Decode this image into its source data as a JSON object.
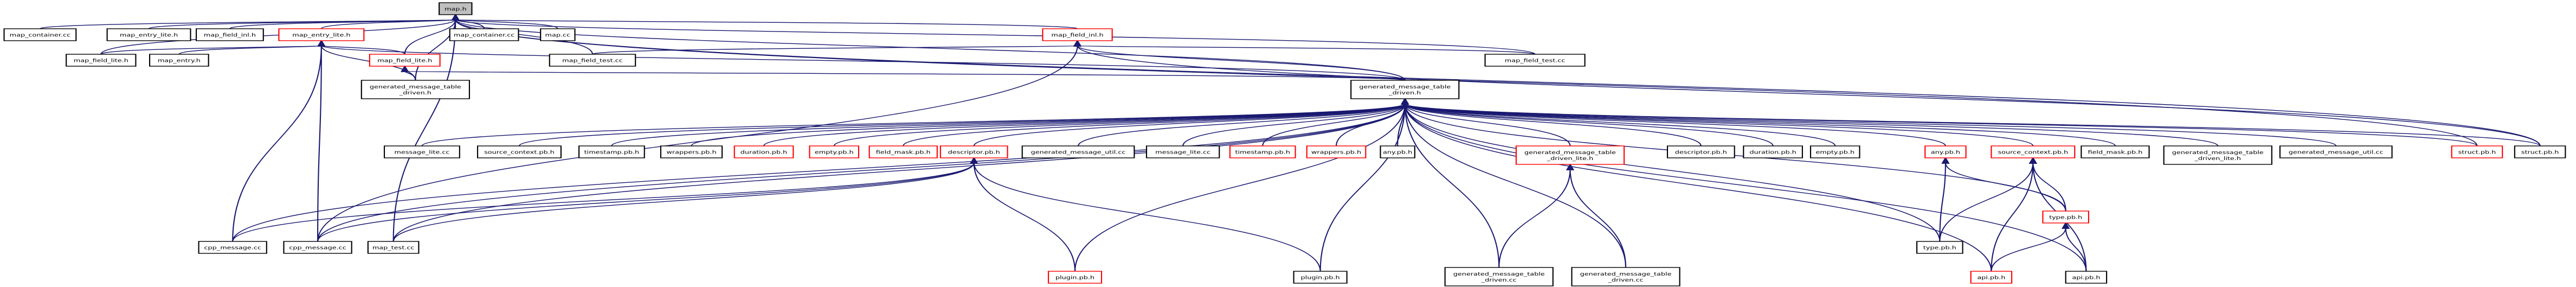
{
  "colors": {
    "edge": "#191970",
    "box_border_default": "#000000",
    "box_border_incomplete": "#ff0000",
    "box_fill": "#ffffff",
    "root_fill": "#bfbfbf",
    "text": "#000000"
  },
  "graph": {
    "root": "n0",
    "nodes": [
      {
        "id": "n0",
        "lines": [
          "map.h"
        ],
        "style": "root"
      },
      {
        "id": "n1",
        "lines": [
          "map_container.cc"
        ],
        "style": "default"
      },
      {
        "id": "n2",
        "lines": [
          "map_entry_lite.h"
        ],
        "style": "default"
      },
      {
        "id": "n3",
        "lines": [
          "map_field_inl.h"
        ],
        "style": "default"
      },
      {
        "id": "n4",
        "lines": [
          "map_entry_lite.h"
        ],
        "style": "incomplete"
      },
      {
        "id": "n5",
        "lines": [
          "map_container.cc"
        ],
        "style": "default"
      },
      {
        "id": "n6",
        "lines": [
          "map.cc"
        ],
        "style": "default"
      },
      {
        "id": "n7",
        "lines": [
          "map_field_inl.h"
        ],
        "style": "incomplete"
      },
      {
        "id": "n8",
        "lines": [
          "map_field_lite.h"
        ],
        "style": "default"
      },
      {
        "id": "n9",
        "lines": [
          "map_entry.h"
        ],
        "style": "default"
      },
      {
        "id": "n10",
        "lines": [
          "map_field_lite.h"
        ],
        "style": "incomplete"
      },
      {
        "id": "n11",
        "lines": [
          "map_field_test.cc"
        ],
        "style": "default"
      },
      {
        "id": "n12",
        "lines": [
          "map_field_test.cc"
        ],
        "style": "default"
      },
      {
        "id": "n13",
        "lines": [
          "generated_message_table",
          "_driven.h"
        ],
        "style": "default"
      },
      {
        "id": "n14",
        "lines": [
          "generated_message_table",
          "_driven.h"
        ],
        "style": "default"
      },
      {
        "id": "n15",
        "lines": [
          "message_lite.cc"
        ],
        "style": "default"
      },
      {
        "id": "n16",
        "lines": [
          "source_context.pb.h"
        ],
        "style": "default"
      },
      {
        "id": "n17",
        "lines": [
          "timestamp.pb.h"
        ],
        "style": "default"
      },
      {
        "id": "n18",
        "lines": [
          "wrappers.pb.h"
        ],
        "style": "default"
      },
      {
        "id": "n19",
        "lines": [
          "duration.pb.h"
        ],
        "style": "incomplete"
      },
      {
        "id": "n20",
        "lines": [
          "empty.pb.h"
        ],
        "style": "incomplete"
      },
      {
        "id": "n21",
        "lines": [
          "field_mask.pb.h"
        ],
        "style": "incomplete"
      },
      {
        "id": "n22",
        "lines": [
          "descriptor.pb.h"
        ],
        "style": "incomplete"
      },
      {
        "id": "n23",
        "lines": [
          "generated_message_util.cc"
        ],
        "style": "default"
      },
      {
        "id": "n24",
        "lines": [
          "message_lite.cc"
        ],
        "style": "default"
      },
      {
        "id": "n25",
        "lines": [
          "timestamp.pb.h"
        ],
        "style": "incomplete"
      },
      {
        "id": "n26",
        "lines": [
          "wrappers.pb.h"
        ],
        "style": "incomplete"
      },
      {
        "id": "n27",
        "lines": [
          "any.pb.h"
        ],
        "style": "default"
      },
      {
        "id": "n28",
        "lines": [
          "generated_message_table",
          "_driven_lite.h"
        ],
        "style": "incomplete"
      },
      {
        "id": "n29",
        "lines": [
          "descriptor.pb.h"
        ],
        "style": "default"
      },
      {
        "id": "n30",
        "lines": [
          "duration.pb.h"
        ],
        "style": "default"
      },
      {
        "id": "n31",
        "lines": [
          "empty.pb.h"
        ],
        "style": "default"
      },
      {
        "id": "n32",
        "lines": [
          "any.pb.h"
        ],
        "style": "incomplete"
      },
      {
        "id": "n33",
        "lines": [
          "source_context.pb.h"
        ],
        "style": "incomplete"
      },
      {
        "id": "n34",
        "lines": [
          "field_mask.pb.h"
        ],
        "style": "default"
      },
      {
        "id": "n35",
        "lines": [
          "generated_message_table",
          "_driven_lite.h"
        ],
        "style": "default"
      },
      {
        "id": "n36",
        "lines": [
          "generated_message_util.cc"
        ],
        "style": "default"
      },
      {
        "id": "n37",
        "lines": [
          "struct.pb.h"
        ],
        "style": "incomplete"
      },
      {
        "id": "n38",
        "lines": [
          "struct.pb.h"
        ],
        "style": "default"
      },
      {
        "id": "n39",
        "lines": [
          "cpp_message.cc"
        ],
        "style": "default"
      },
      {
        "id": "n40",
        "lines": [
          "cpp_message.cc"
        ],
        "style": "default"
      },
      {
        "id": "n41",
        "lines": [
          "map_test.cc"
        ],
        "style": "default"
      },
      {
        "id": "n42",
        "lines": [
          "plugin.pb.h"
        ],
        "style": "incomplete"
      },
      {
        "id": "n43",
        "lines": [
          "plugin.pb.h"
        ],
        "style": "default"
      },
      {
        "id": "n44",
        "lines": [
          "generated_message_table",
          "_driven.cc"
        ],
        "style": "default"
      },
      {
        "id": "n45",
        "lines": [
          "generated_message_table",
          "_driven.cc"
        ],
        "style": "default"
      },
      {
        "id": "n46",
        "lines": [
          "type.pb.h"
        ],
        "style": "default"
      },
      {
        "id": "n47",
        "lines": [
          "type.pb.h"
        ],
        "style": "incomplete"
      },
      {
        "id": "n48",
        "lines": [
          "api.pb.h"
        ],
        "style": "incomplete"
      },
      {
        "id": "n49",
        "lines": [
          "api.pb.h"
        ],
        "style": "default"
      }
    ],
    "edges": [
      [
        "n0",
        "n1"
      ],
      [
        "n0",
        "n2"
      ],
      [
        "n0",
        "n3"
      ],
      [
        "n0",
        "n4"
      ],
      [
        "n0",
        "n5"
      ],
      [
        "n0",
        "n6"
      ],
      [
        "n0",
        "n7"
      ],
      [
        "n0",
        "n8"
      ],
      [
        "n0",
        "n10"
      ],
      [
        "n0",
        "n11"
      ],
      [
        "n0",
        "n12"
      ],
      [
        "n0",
        "n13"
      ],
      [
        "n0",
        "n14"
      ],
      [
        "n0",
        "n37"
      ],
      [
        "n0",
        "n38"
      ],
      [
        "n0",
        "n41"
      ],
      [
        "n4",
        "n8"
      ],
      [
        "n4",
        "n9"
      ],
      [
        "n4",
        "n10"
      ],
      [
        "n4",
        "n13"
      ],
      [
        "n4",
        "n14"
      ],
      [
        "n4",
        "n39"
      ],
      [
        "n4",
        "n40"
      ],
      [
        "n7",
        "n11"
      ],
      [
        "n7",
        "n12"
      ],
      [
        "n7",
        "n14"
      ],
      [
        "n7",
        "n40"
      ],
      [
        "n7",
        "n38"
      ],
      [
        "n10",
        "n13"
      ],
      [
        "n10",
        "n14"
      ],
      [
        "n14",
        "n15"
      ],
      [
        "n14",
        "n16"
      ],
      [
        "n14",
        "n17"
      ],
      [
        "n14",
        "n18"
      ],
      [
        "n14",
        "n19"
      ],
      [
        "n14",
        "n20"
      ],
      [
        "n14",
        "n21"
      ],
      [
        "n14",
        "n22"
      ],
      [
        "n14",
        "n23"
      ],
      [
        "n14",
        "n24"
      ],
      [
        "n14",
        "n25"
      ],
      [
        "n14",
        "n26"
      ],
      [
        "n14",
        "n27"
      ],
      [
        "n14",
        "n28"
      ],
      [
        "n14",
        "n29"
      ],
      [
        "n14",
        "n30"
      ],
      [
        "n14",
        "n31"
      ],
      [
        "n14",
        "n32"
      ],
      [
        "n14",
        "n33"
      ],
      [
        "n14",
        "n34"
      ],
      [
        "n14",
        "n35"
      ],
      [
        "n14",
        "n36"
      ],
      [
        "n14",
        "n37"
      ],
      [
        "n14",
        "n38"
      ],
      [
        "n14",
        "n39"
      ],
      [
        "n14",
        "n40"
      ],
      [
        "n14",
        "n41"
      ],
      [
        "n14",
        "n42"
      ],
      [
        "n14",
        "n43"
      ],
      [
        "n14",
        "n44"
      ],
      [
        "n14",
        "n45"
      ],
      [
        "n14",
        "n46"
      ],
      [
        "n14",
        "n47"
      ],
      [
        "n14",
        "n48"
      ],
      [
        "n14",
        "n49"
      ],
      [
        "n22",
        "n39"
      ],
      [
        "n22",
        "n40"
      ],
      [
        "n22",
        "n41"
      ],
      [
        "n22",
        "n42"
      ],
      [
        "n22",
        "n43"
      ],
      [
        "n28",
        "n44"
      ],
      [
        "n28",
        "n45"
      ],
      [
        "n32",
        "n46"
      ],
      [
        "n32",
        "n47"
      ],
      [
        "n33",
        "n46"
      ],
      [
        "n33",
        "n47"
      ],
      [
        "n33",
        "n48"
      ],
      [
        "n33",
        "n49"
      ],
      [
        "n47",
        "n48"
      ],
      [
        "n47",
        "n49"
      ]
    ]
  }
}
